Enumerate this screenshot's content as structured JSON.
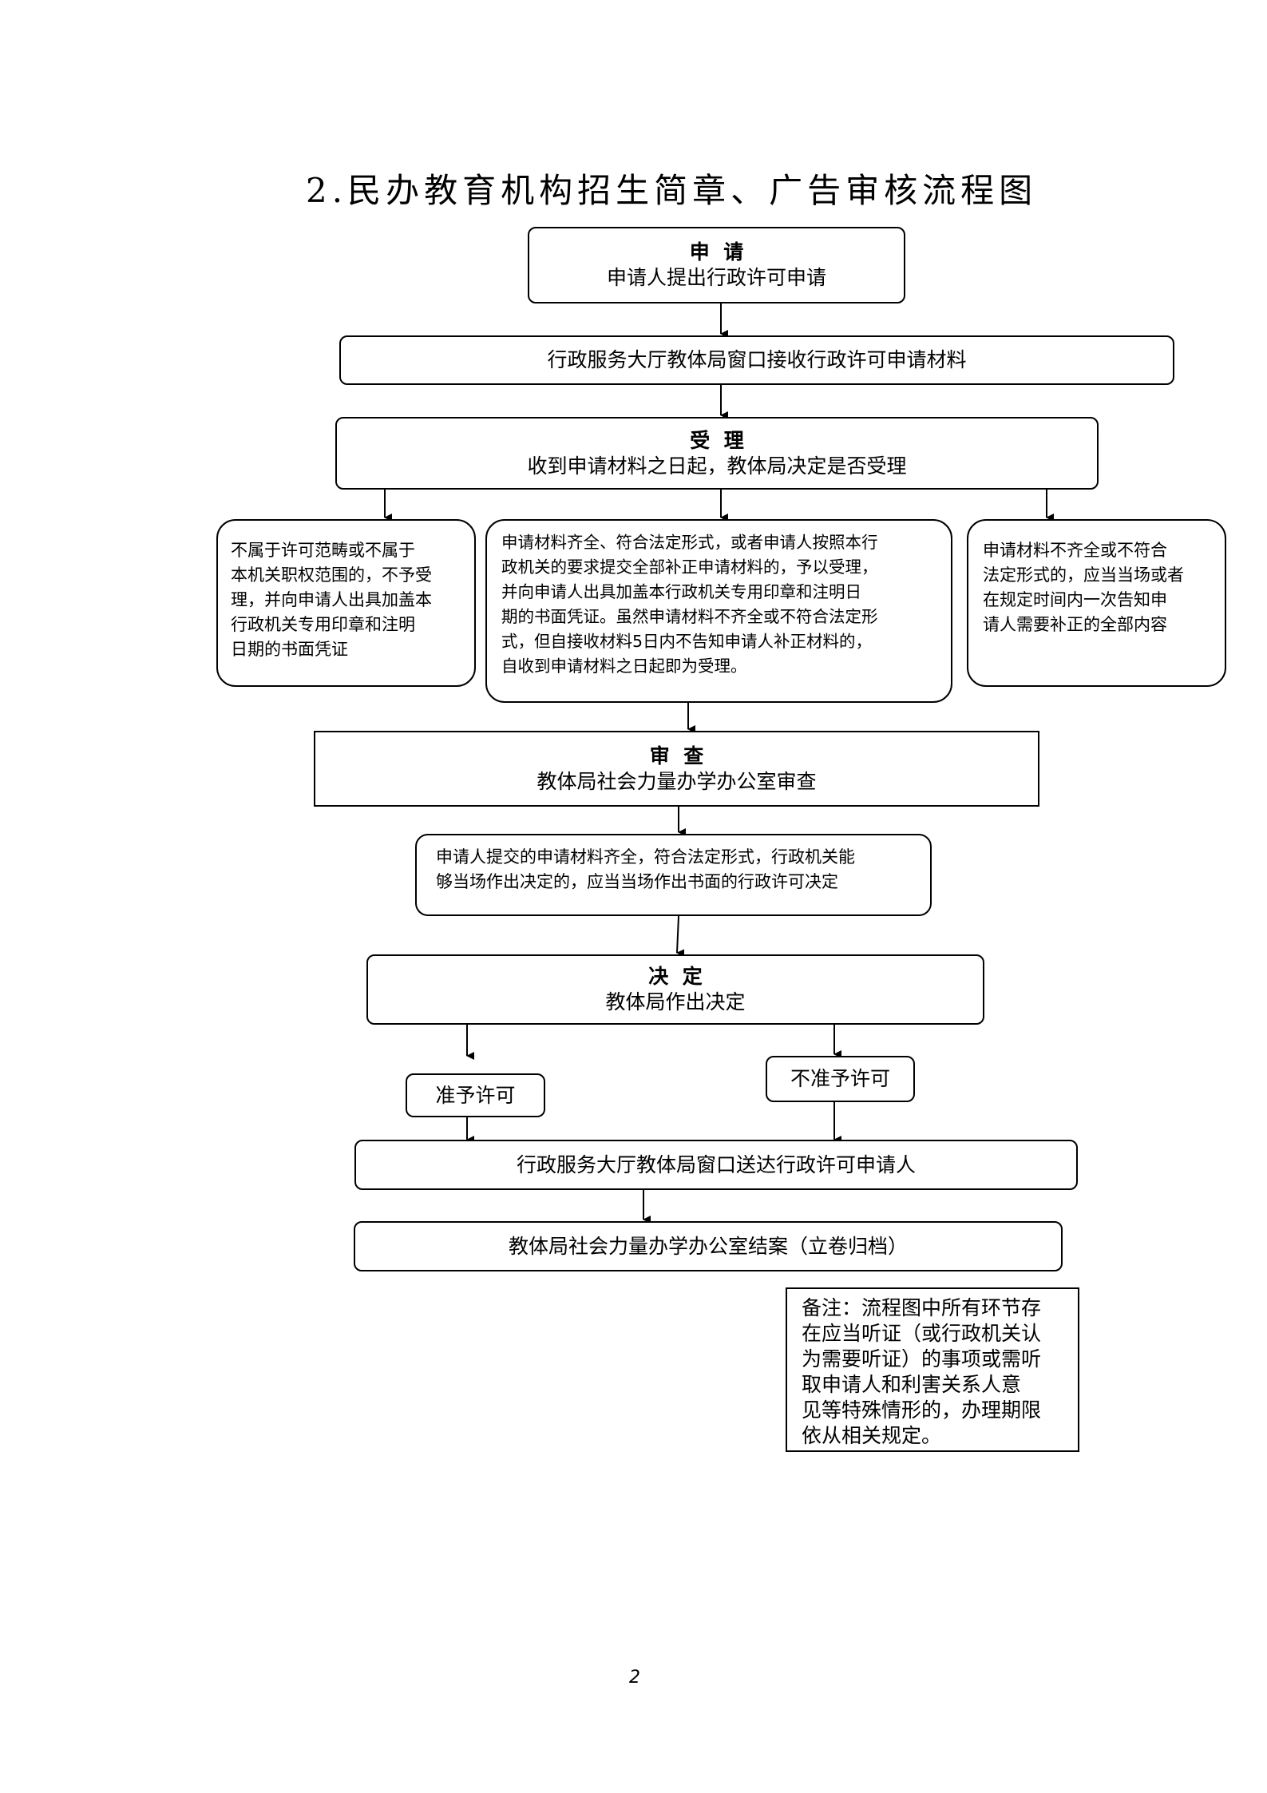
{
  "title": "2.民办教育机构招生简章、广告审核流程图",
  "apply": {
    "head": "申  请",
    "text": "申请人提出行政许可申请"
  },
  "receive": {
    "text": "行政服务大厅教体局窗口接收行政许可申请材料"
  },
  "accept": {
    "head": "受  理",
    "text": "收到申请材料之日起，教体局决定是否受理"
  },
  "reject_box": {
    "lines": [
      "不属于许可范畴或不属于",
      "本机关职权范围的，不予受",
      "理，并向申请人出具加盖本",
      "行政机关专用印章和注明",
      "日期的书面凭证"
    ]
  },
  "accept_box": {
    "lines": [
      "申请材料齐全、符合法定形式，或者申请人按照本行",
      "政机关的要求提交全部补正申请材料的，予以受理，",
      "并向申请人出具加盖本行政机关专用印章和注明日",
      "期的书面凭证。虽然申请材料不齐全或不符合法定形",
      "式，但自接收材料5日内不告知申请人补正材料的，",
      "自收到申请材料之日起即为受理。"
    ]
  },
  "supplement_box": {
    "lines": [
      "申请材料不齐全或不符合",
      "法定形式的，应当当场或者",
      "在规定时间内一次告知申",
      "请人需要补正的全部内容"
    ]
  },
  "review": {
    "head": "审  查",
    "text": "教体局社会力量办学办公室审查"
  },
  "onsite": {
    "lines": [
      "申请人提交的申请材料齐全，符合法定形式，行政机关能",
      "够当场作出决定的，应当当场作出书面的行政许可决定"
    ]
  },
  "decision": {
    "head": "决  定",
    "text": "教体局作出决定"
  },
  "approve": {
    "text": "准予许可"
  },
  "deny": {
    "text": "不准予许可"
  },
  "deliver": {
    "text": "行政服务大厅教体局窗口送达行政许可申请人"
  },
  "archive": {
    "text": "教体局社会力量办学办公室结案（立卷归档）"
  },
  "note": {
    "lines": [
      "备注：流程图中所有环节存",
      "在应当听证（或行政机关认",
      "为需要听证）的事项或需听",
      "取申请人和利害关系人意",
      "见等特殊情形的，办理期限",
      "依从相关规定。"
    ]
  },
  "page_number": "2"
}
